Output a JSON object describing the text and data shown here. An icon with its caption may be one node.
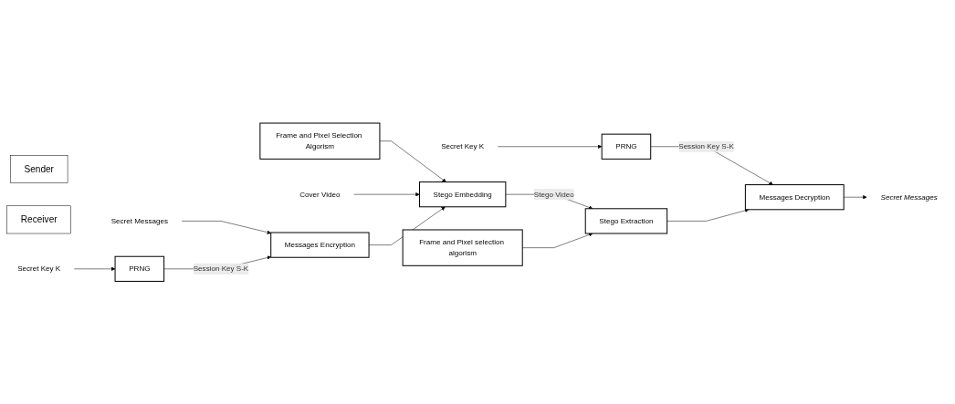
{
  "diagram": {
    "nodes": [
      {
        "text": [
          "Sender"
        ]
      },
      {
        "text": [
          "Receiver"
        ]
      },
      {
        "text": [
          "Frame and Pixel Selection Algorism"
        ]
      },
      {
        "text": [
          "Cover Video"
        ]
      },
      {
        "text": [
          "Stego Embedding"
        ]
      },
      {
        "text": [
          "Secret Messages"
        ]
      },
      {
        "text": [
          "Messages Encryption"
        ]
      },
      {
        "text": [
          "Secret Key K"
        ]
      },
      {
        "text": [
          "PRNG"
        ]
      },
      {
        "text": [
          "Secret Messages"
        ]
      },
      {
        "text": [
          "Messages Decryption"
        ]
      },
      {
        "text": [
          "Secret Key K"
        ]
      },
      {
        "text": [
          "PRNG"
        ]
      },
      {
        "text": [
          "Stego Extraction"
        ]
      },
      {
        "text": [
          "Frame and Pixel selection algorism"
        ]
      }
    ],
    "edges": [
      {
        "from": 2,
        "to": 4,
        "arrow": "to"
      },
      {
        "from": 3,
        "to": 4,
        "arrow": "to"
      },
      {
        "from": 5,
        "to": 6,
        "arrow": "to"
      },
      {
        "from": 6,
        "to": 4,
        "arrow": "to"
      },
      {
        "from": 8,
        "to": 6,
        "arrow": "to",
        "label": "Session Key S-K"
      },
      {
        "from": 7,
        "to": 8,
        "arrow": "to"
      },
      {
        "from": 4,
        "to": 13,
        "arrow": "to",
        "label": "Stego Video"
      },
      {
        "from": 10,
        "to": 9,
        "arrow": "to"
      },
      {
        "from": 11,
        "to": 12,
        "arrow": "to"
      },
      {
        "from": 12,
        "to": 10,
        "arrow": "to",
        "label": "Session Key S-K"
      },
      {
        "from": 13,
        "to": 10,
        "arrow": "to"
      },
      {
        "from": 14,
        "to": 13,
        "arrow": "to"
      }
    ]
  }
}
